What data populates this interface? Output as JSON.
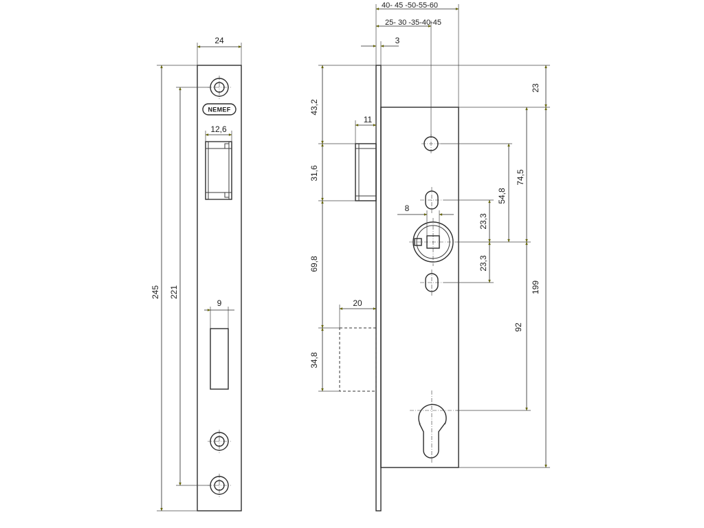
{
  "faceplate": {
    "logo": "NEMEF",
    "dim_width": "24",
    "dim_height": "245",
    "dim_screw_centers": "221",
    "dim_latch_window": "12,6",
    "dim_bolt_window": "9"
  },
  "side_view": {
    "backset_top": "40-  45  -50-55-60",
    "backset_second": "25-  30  -35-40-45",
    "dim_plate_thickness": "3",
    "dim_latch_projection": "11",
    "dim_top_to_latch": "43,2",
    "dim_latch_height": "31,6",
    "dim_latch_to_bolt": "69,8",
    "dim_bolt_height": "34,8",
    "dim_bolt_projection": "20",
    "dim_spindle_square": "8",
    "dim_upper_hole_to_spindle": "23,3",
    "dim_lower_hole_to_spindle": "23,3",
    "dim_top_hole_to_spindle": "54,8",
    "dim_case_top_to_spindle": "74,5",
    "dim_plate_top_to_case": "23",
    "dim_spindle_to_cylinder": "92",
    "dim_case_height": "199"
  }
}
